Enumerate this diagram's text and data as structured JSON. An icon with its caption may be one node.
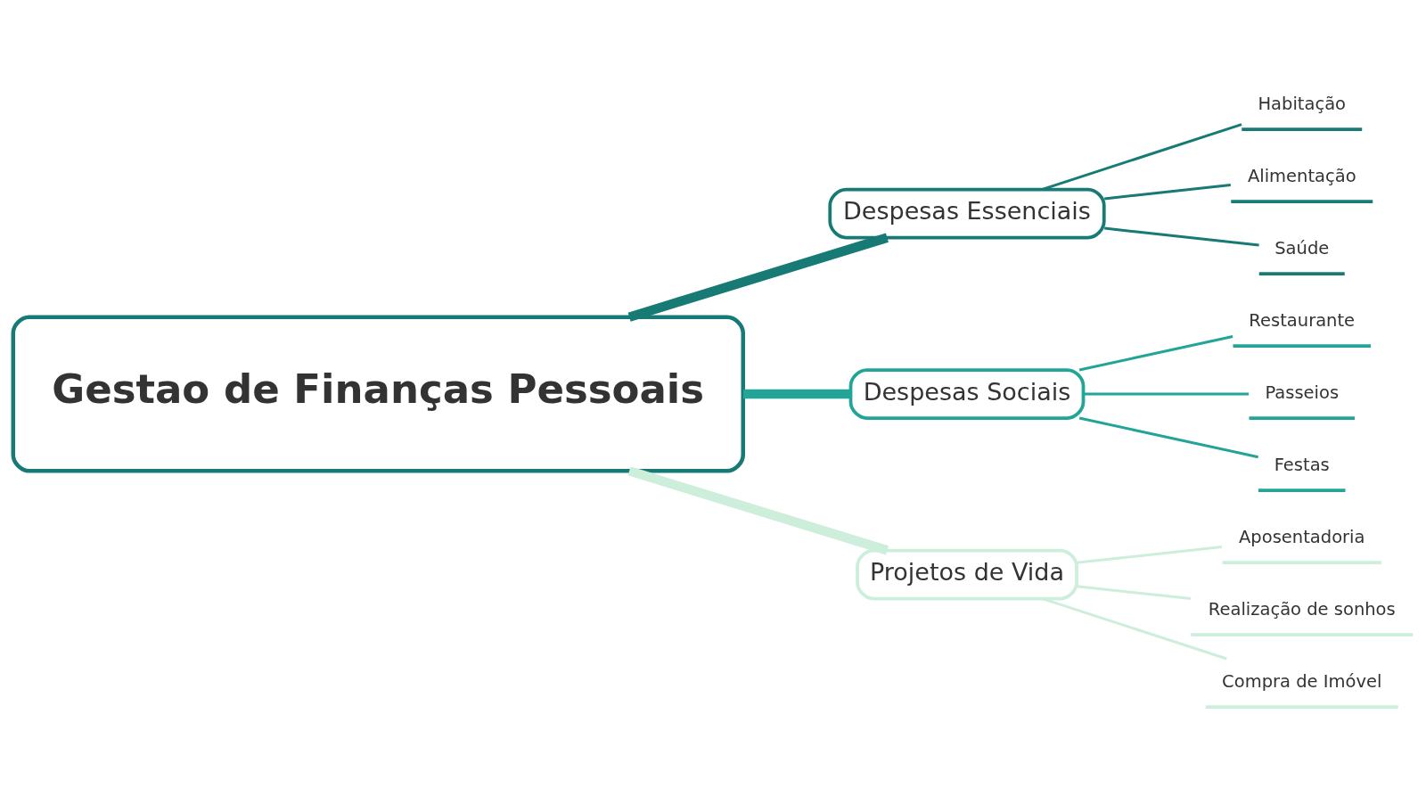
{
  "diagram": {
    "nodes": [
      {
        "text": [
          "Gestao de Finanças Pessoais"
        ]
      },
      {
        "text": [
          "Despesas Essenciais"
        ]
      },
      {
        "text": [
          "Despesas Sociais"
        ]
      },
      {
        "text": [
          "Projetos de Vida"
        ]
      },
      {
        "text": [
          "Habitação"
        ]
      },
      {
        "text": [
          "Alimentação"
        ]
      },
      {
        "text": [
          "Saúde"
        ]
      },
      {
        "text": [
          "Restaurante"
        ]
      },
      {
        "text": [
          "Passeios"
        ]
      },
      {
        "text": [
          "Festas"
        ]
      },
      {
        "text": [
          "Aposentadoria"
        ]
      },
      {
        "text": [
          "Realização de sonhos"
        ]
      },
      {
        "text": [
          "Compra de Imóvel"
        ]
      }
    ],
    "edges": [
      {
        "from": 0,
        "to": 1,
        "arrow": "none",
        "style": "thick",
        "color": "#177a74"
      },
      {
        "from": 0,
        "to": 2,
        "arrow": "none",
        "style": "thick",
        "color": "#22a597"
      },
      {
        "from": 0,
        "to": 3,
        "arrow": "none",
        "style": "thick",
        "color": "#cdeedb"
      },
      {
        "from": 1,
        "to": 4,
        "arrow": "none",
        "color": "#177a74"
      },
      {
        "from": 1,
        "to": 5,
        "arrow": "none",
        "color": "#177a74"
      },
      {
        "from": 1,
        "to": 6,
        "arrow": "none",
        "color": "#177a74"
      },
      {
        "from": 2,
        "to": 7,
        "arrow": "none",
        "color": "#22a597"
      },
      {
        "from": 2,
        "to": 8,
        "arrow": "none",
        "color": "#22a597"
      },
      {
        "from": 2,
        "to": 9,
        "arrow": "none",
        "color": "#22a597"
      },
      {
        "from": 3,
        "to": 10,
        "arrow": "none",
        "color": "#cdeedb"
      },
      {
        "from": 3,
        "to": 11,
        "arrow": "none",
        "color": "#cdeedb"
      },
      {
        "from": 3,
        "to": 12,
        "arrow": "none",
        "color": "#cdeedb"
      }
    ]
  }
}
